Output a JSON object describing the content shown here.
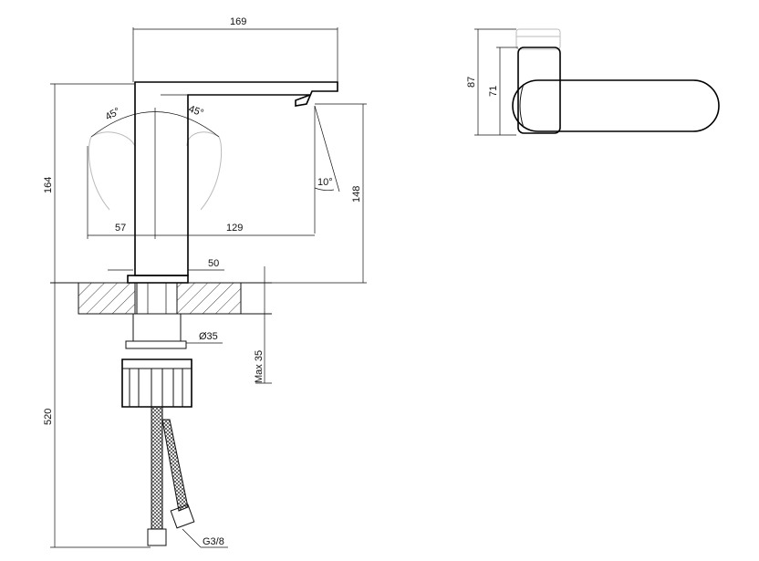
{
  "side_view": {
    "dim_total_width": "169",
    "dim_total_height": "164",
    "dim_spout_height": "148",
    "dim_left_reach": "57",
    "dim_spout_reach": "129",
    "dim_base_width": "50",
    "angle_left": "45°",
    "angle_right": "45°",
    "angle_spout": "10°",
    "dim_shank_diameter": "Ø35",
    "dim_max_thickness": "Max 35",
    "dim_hose_length": "520",
    "hose_thread": "G3/8"
  },
  "top_view": {
    "dim_outer_height": "87",
    "dim_inner_height": "71"
  }
}
